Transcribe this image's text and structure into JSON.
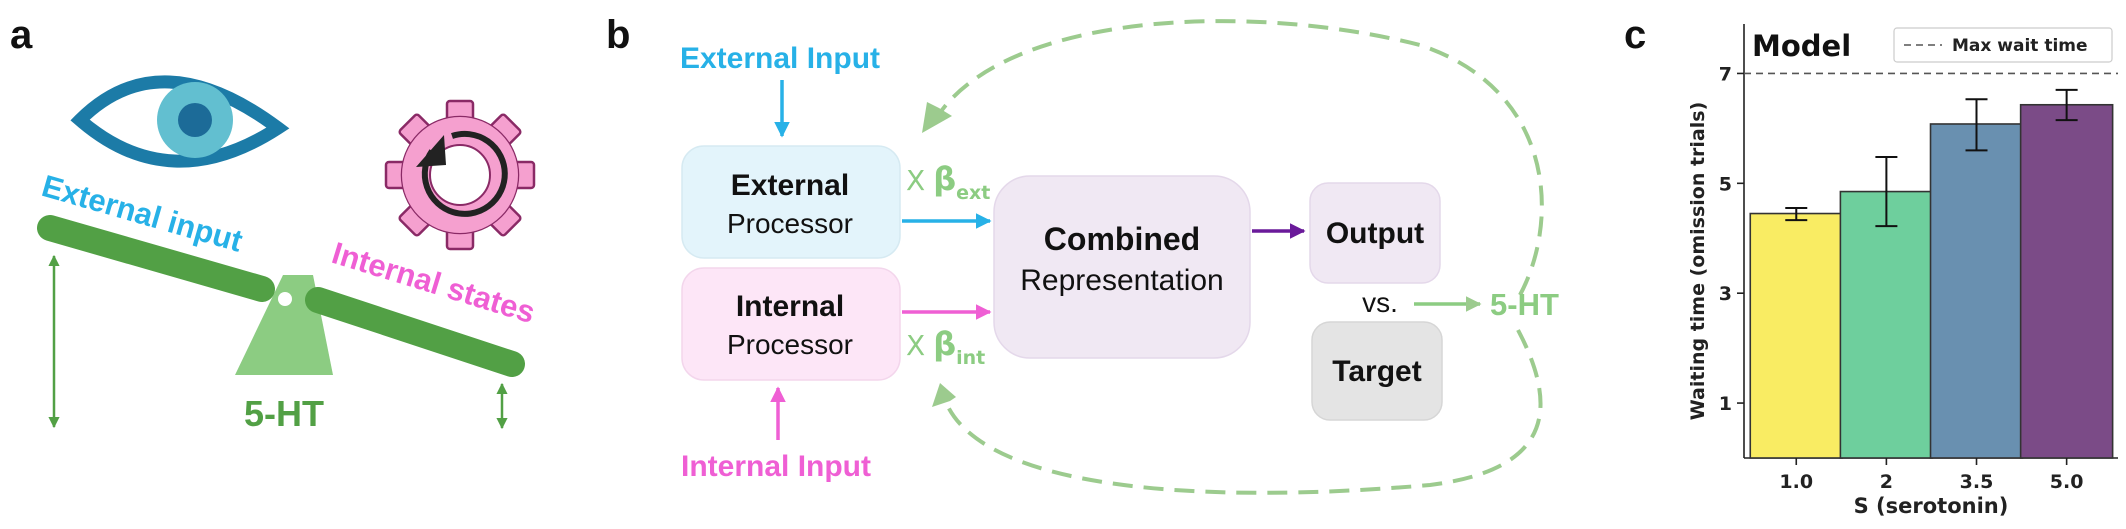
{
  "panel_labels": {
    "a": "a",
    "b": "b",
    "c": "c"
  },
  "panel_a": {
    "external": "External input",
    "internal": "Internal states",
    "fulcrum": "5-HT",
    "icons": [
      "eye-icon",
      "gear-icon"
    ],
    "colors": {
      "external": "#27b1e7",
      "internal": "#ef5fd4",
      "beam": "#52a045",
      "fulcrum": "#8ccc82",
      "eye": "#1c7ba7",
      "gear": "#f5a0cf"
    }
  },
  "panel_b": {
    "external_input": "External Input",
    "internal_input": "Internal Input",
    "external_processor": {
      "title": "External",
      "sub": "Processor"
    },
    "internal_processor": {
      "title": "Internal",
      "sub": "Processor"
    },
    "beta_ext": {
      "prefix": "X",
      "symbol": "β",
      "sub": "ext"
    },
    "beta_int": {
      "prefix": "X",
      "symbol": "β",
      "sub": "int"
    },
    "combined": {
      "title": "Combined",
      "sub": "Representation"
    },
    "output": "Output",
    "vs": "vs.",
    "target": "Target",
    "ht": "5-HT",
    "colors": {
      "external": "#27b1e7",
      "internal": "#ef5fd4",
      "beta": "#8ccc82",
      "output_arrow": "#6a1a9a",
      "feedback": "#9ccb8e"
    }
  },
  "panel_c": {
    "title": "Model",
    "legend": "Max wait time",
    "chart_data": {
      "type": "bar",
      "categories": [
        "1.0",
        "2",
        "3.5",
        "5.0"
      ],
      "values": [
        4.45,
        4.85,
        6.08,
        6.43
      ],
      "errors": [
        [
          4.33,
          4.55
        ],
        [
          4.22,
          5.48
        ],
        [
          5.6,
          6.53
        ],
        [
          6.15,
          6.7
        ]
      ],
      "colors": [
        "#f9ec63",
        "#6ecf9d",
        "#6990b0",
        "#7b4b87"
      ],
      "xlabel": "S (serotonin)",
      "ylabel": "Waiting time (omission trials)",
      "yticks": [
        1,
        3,
        5,
        7
      ],
      "ylim": [
        0,
        7.9
      ],
      "reference_line": {
        "value": 7,
        "style": "dashed"
      },
      "title": "Model",
      "legend": "Max wait time",
      "legend_position": "top-right",
      "grid": false
    }
  }
}
